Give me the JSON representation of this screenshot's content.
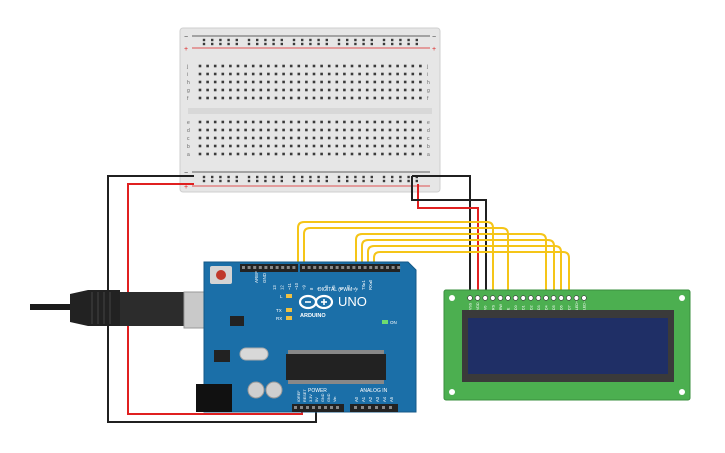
{
  "breadboard": {
    "row_letters_top": [
      "j",
      "i",
      "h",
      "g",
      "f"
    ],
    "row_letters_bottom": [
      "e",
      "d",
      "c",
      "b",
      "a"
    ],
    "column_count": 30,
    "rail_plus": "+",
    "rail_minus": "−"
  },
  "arduino": {
    "brand_text": "ARDUINO",
    "model_text": "UNO",
    "digital_label": "DIGITAL (PWM~)",
    "power_label": "POWER",
    "analog_label": "ANALOG IN",
    "on_label": "ON",
    "l_label": "L",
    "tx_label": "TX",
    "rx_label": "RX",
    "aref_label": "AREF",
    "gnd_label": "GND",
    "digital_pins": [
      "13",
      "12",
      "~11",
      "~10",
      "~9",
      "8",
      "7",
      "~6",
      "~5",
      "4",
      "~3",
      "2",
      "TX▸1",
      "RX◂0"
    ],
    "power_pins": [
      "IOREF",
      "RESET",
      "3.3V",
      "5V",
      "GND",
      "GND",
      "Vin"
    ],
    "analog_pins": [
      "A0",
      "A1",
      "A2",
      "A3",
      "A4",
      "A5"
    ]
  },
  "lcd": {
    "pins": [
      "VSS",
      "VDD",
      "V0",
      "RS",
      "RW",
      "E",
      "D0",
      "D1",
      "D2",
      "D3",
      "D4",
      "D5",
      "D6",
      "D7",
      "LED+",
      "LED−"
    ]
  },
  "colors": {
    "board_blue": "#1b6fa8",
    "lcd_green": "#4caf50",
    "lcd_screen": "#1f2f66",
    "wire_yellow": "#f5c518",
    "wire_red": "#e02020",
    "wire_black": "#202020",
    "breadboard": "#e6e6e6"
  }
}
